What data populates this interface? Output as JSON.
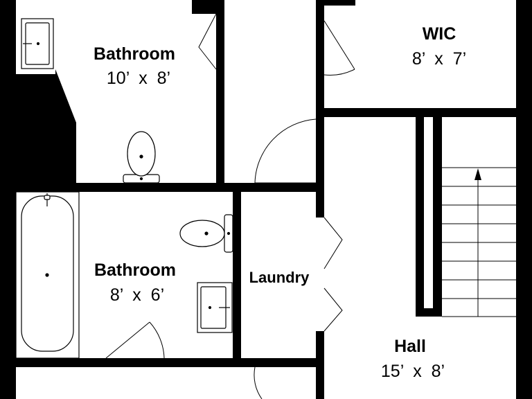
{
  "floorplan": {
    "colors": {
      "wall": "#000000",
      "floor": "#ffffff",
      "fixture": "#ffffff",
      "line": "#000000"
    },
    "rooms": [
      {
        "id": "bathroom_upper",
        "name": "Bathroom",
        "dims": "10’  x  8’"
      },
      {
        "id": "wic",
        "name": "WIC",
        "dims": "8’  x  7’"
      },
      {
        "id": "bathroom_lower",
        "name": "Bathroom",
        "dims": "8’  x  6’"
      },
      {
        "id": "laundry",
        "name": "Laundry",
        "dims": ""
      },
      {
        "id": "hall",
        "name": "Hall",
        "dims": "15’  x  8’"
      }
    ],
    "stair_direction": "up"
  }
}
